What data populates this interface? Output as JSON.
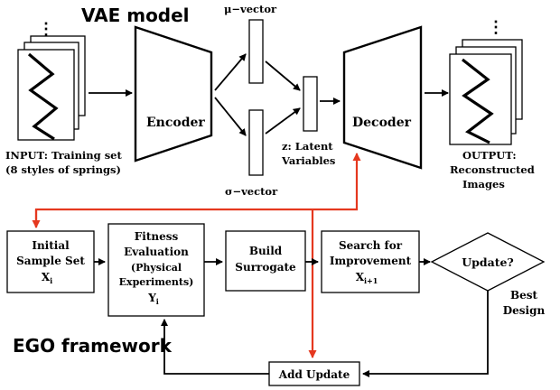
{
  "colors": {
    "feedback": "#e5381f",
    "stroke": "#000000"
  },
  "vae": {
    "title": "VAE model",
    "input_label": [
      "INPUT: Training set",
      "(8 styles of springs)"
    ],
    "encoder": "Encoder",
    "decoder": "Decoder",
    "mu_vector": "μ−vector",
    "sigma_vector": "σ−vector",
    "latent": [
      "z: Latent",
      "Variables"
    ],
    "output_label": [
      "OUTPUT:",
      "Reconstructed",
      "Images"
    ]
  },
  "ego": {
    "title": "EGO framework",
    "initial_sample": {
      "line1": "Initial",
      "line2": "Sample Set",
      "var": "X",
      "sub": "i"
    },
    "fitness": {
      "line1": "Fitness",
      "line2": "Evaluation",
      "line3": "(Physical",
      "line4": "Experiments)",
      "var": "Y",
      "sub": "i"
    },
    "surrogate": {
      "line1": "Build",
      "line2": "Surrogate"
    },
    "search": {
      "line1": "Search for",
      "line2": "Improvement",
      "var": "X",
      "sub": "i+1"
    },
    "update": "Update?",
    "best_design": [
      "Best",
      "Design"
    ],
    "add_update": "Add Update"
  }
}
